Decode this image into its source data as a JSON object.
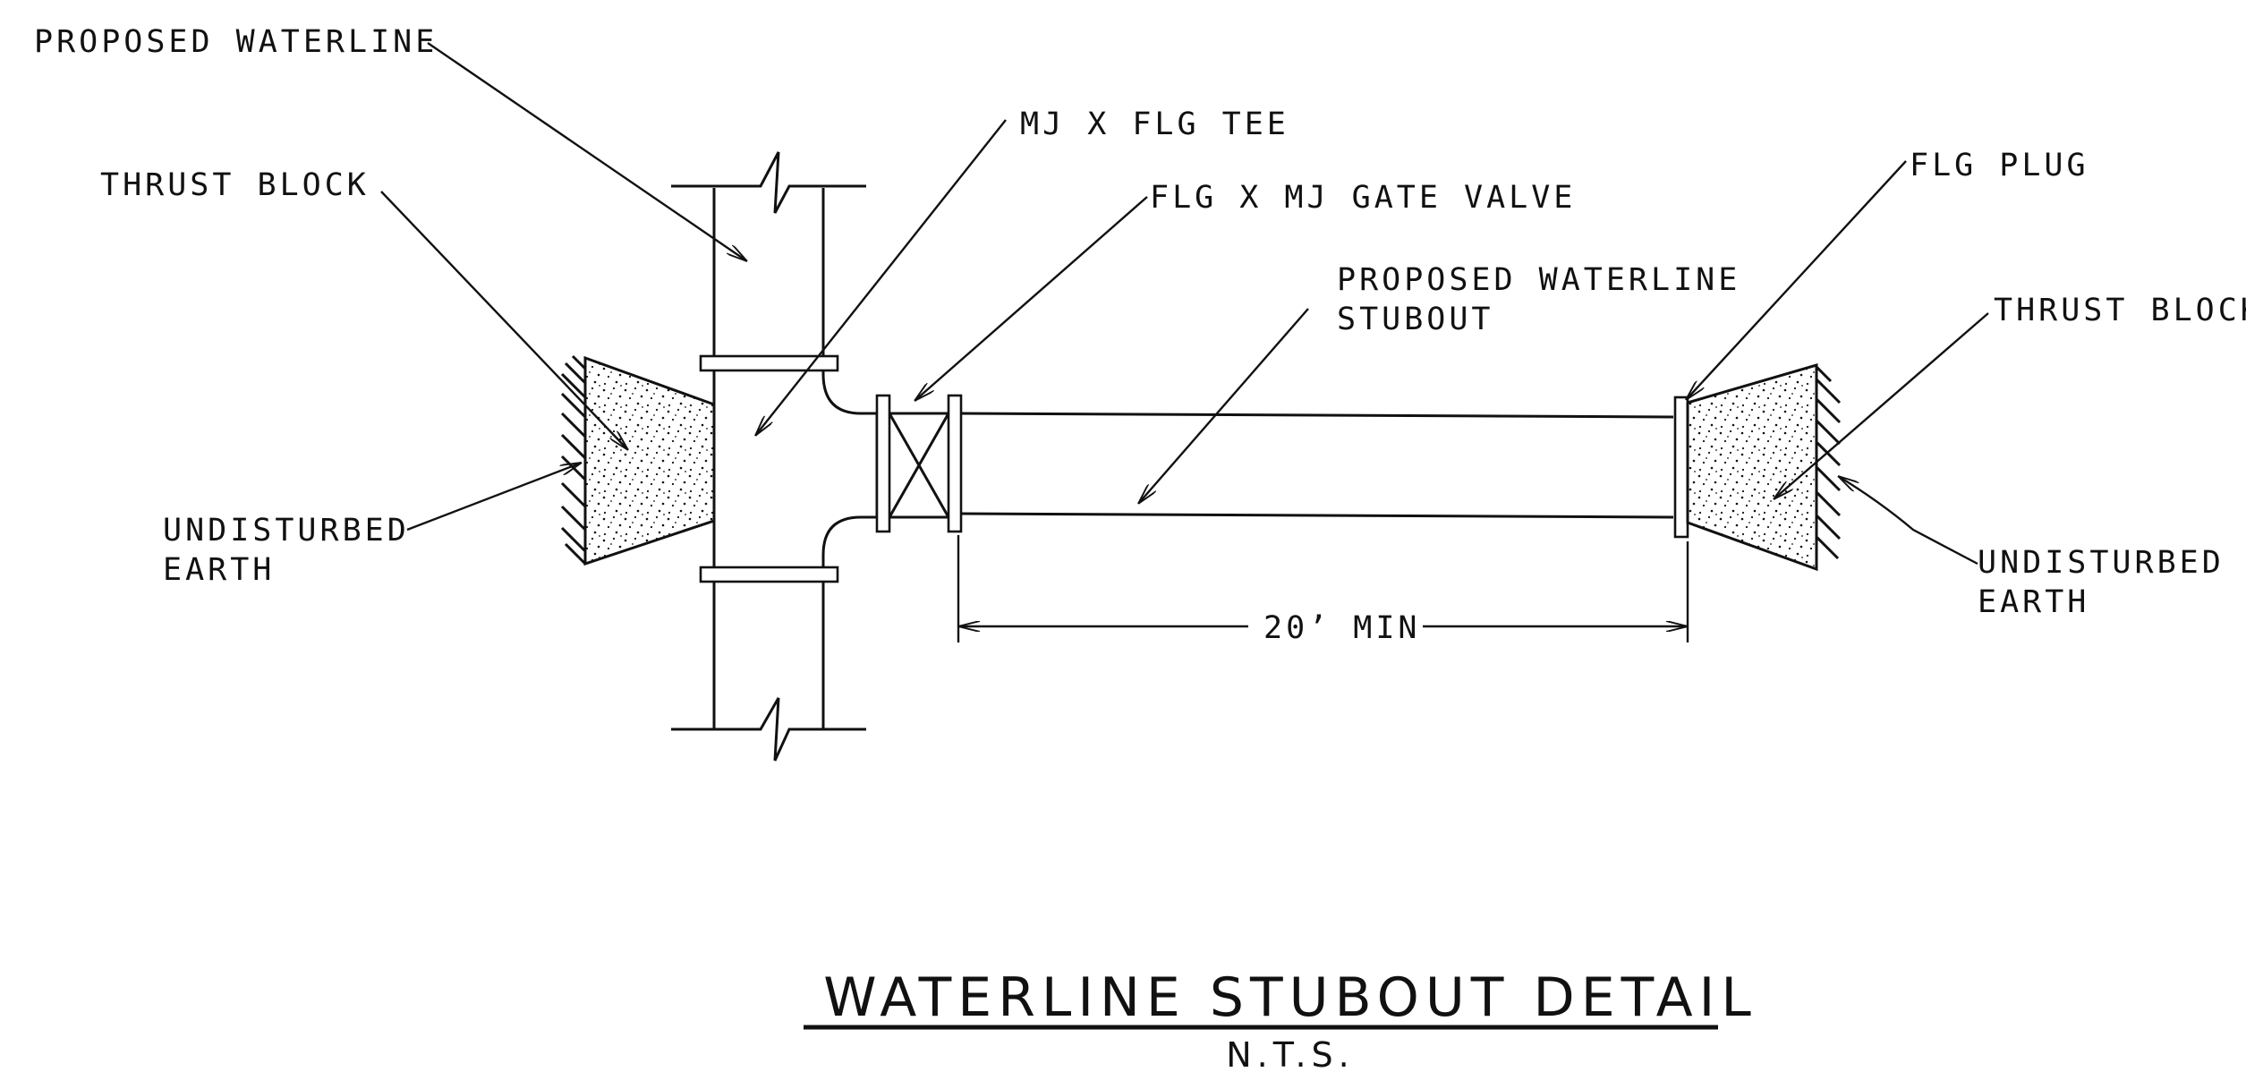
{
  "labels": {
    "proposed_waterline": "PROPOSED WATERLINE",
    "thrust_block_left": "THRUST BLOCK",
    "undisturbed_earth_left_1": "UNDISTURBED",
    "undisturbed_earth_left_2": "EARTH",
    "mj_flg_tee": "MJ X FLG TEE",
    "gate_valve": "FLG X MJ GATE VALVE",
    "stubout_1": "PROPOSED WATERLINE",
    "stubout_2": "STUBOUT",
    "flg_plug": "FLG PLUG",
    "thrust_block_right": "THRUST BLOCK",
    "undisturbed_earth_right_1": "UNDISTURBED",
    "undisturbed_earth_right_2": "EARTH",
    "dimension": "20’ MIN"
  },
  "title": {
    "main": "WATERLINE STUBOUT DETAIL",
    "scale": "N.T.S."
  },
  "colors": {
    "ink": "#111111",
    "background": "#ffffff"
  }
}
